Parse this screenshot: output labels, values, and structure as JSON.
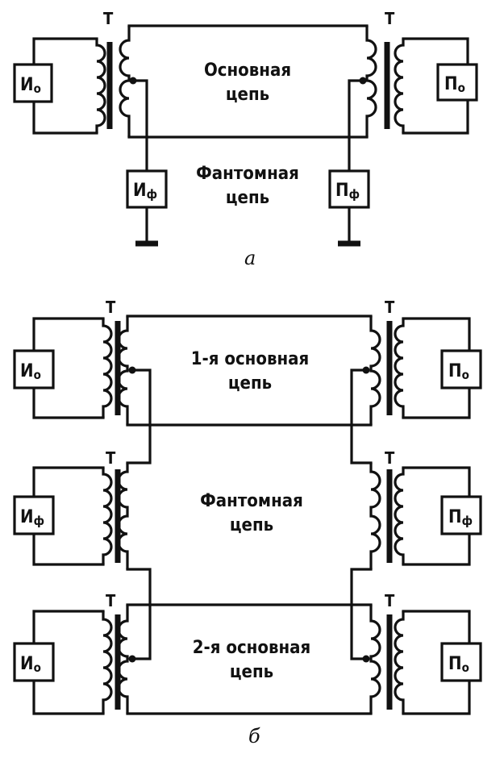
{
  "diagram_a": {
    "transformer_left_label": "Т",
    "transformer_right_label": "Т",
    "source_main": {
      "letter": "И",
      "sub": "о"
    },
    "receiver_main": {
      "letter": "П",
      "sub": "о"
    },
    "source_phantom": {
      "letter": "И",
      "sub": "ф"
    },
    "receiver_phantom": {
      "letter": "П",
      "sub": "ф"
    },
    "main_circuit_line1": "Основная",
    "main_circuit_line2": "цепь",
    "phantom_circuit_line1": "Фантомная",
    "phantom_circuit_line2": "цепь",
    "caption": "а"
  },
  "diagram_b": {
    "transformer_label": "Т",
    "row1": {
      "source": {
        "letter": "И",
        "sub": "о"
      },
      "receiver": {
        "letter": "П",
        "sub": "о"
      },
      "line1": "1-я основная",
      "line2": "цепь"
    },
    "row2": {
      "source": {
        "letter": "И",
        "sub": "ф"
      },
      "receiver": {
        "letter": "П",
        "sub": "ф"
      },
      "line1": "Фантомная",
      "line2": "цепь"
    },
    "row3": {
      "source": {
        "letter": "И",
        "sub": "о"
      },
      "receiver": {
        "letter": "П",
        "sub": "о"
      },
      "line1": "2-я основная",
      "line2": "цепь"
    },
    "caption": "б"
  }
}
